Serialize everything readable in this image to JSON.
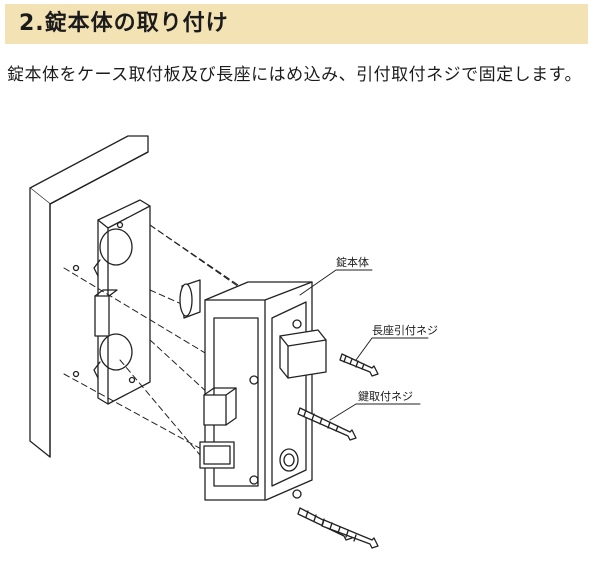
{
  "header": {
    "title": "2.錠本体の取り付け"
  },
  "instruction": {
    "text": "錠本体をケース取付板及び長座にはめ込み、引付取付ネジで固定します。"
  },
  "callouts": {
    "lock_body": "錠本体",
    "strike_screw": "長座引付ネジ",
    "lock_mount_screw": "鍵取付ネジ"
  }
}
